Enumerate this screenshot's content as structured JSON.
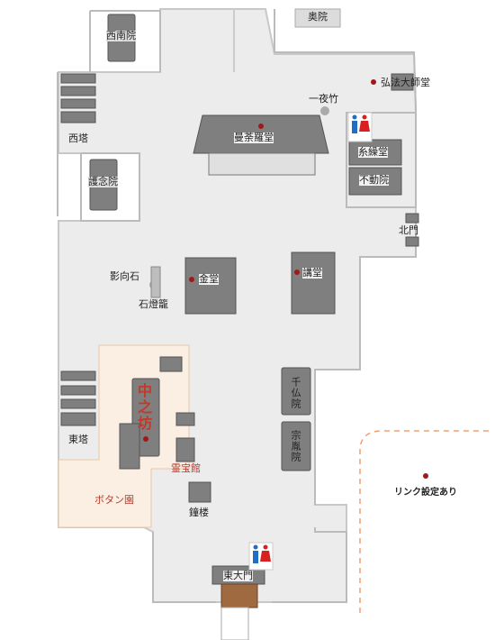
{
  "map": {
    "labels": {
      "okuin": "奥院",
      "sainanin": "西南院",
      "saito": "西塔",
      "gonenin": "護念院",
      "kobodaishido": "弘法大師堂",
      "ichiyachiku": "一夜竹",
      "mandarado": "曼荼羅堂",
      "itokurado": "糸繰堂",
      "fudoin": "不動院",
      "kitamon": "北門",
      "eikoseki": "影向石",
      "ishidoro": "石燈籠",
      "kondo": "金堂",
      "kodo": "講堂",
      "toto": "東塔",
      "nakanobo": "中之坊",
      "senbutsuin": "千仏院",
      "shuin": "宗胤院",
      "reihokan": "霊宝館",
      "botanen": "ボタン園",
      "shoro": "鐘楼",
      "higashidaimon": "東大門",
      "link_note": "リンク設定あり"
    },
    "colors": {
      "path": "#ececec",
      "building": "#7a7a7a",
      "marker": "#a01818",
      "garden": "#fbeee2",
      "link_dash": "#f0a070",
      "male": "#1f6fc4",
      "female": "#d92020"
    }
  }
}
